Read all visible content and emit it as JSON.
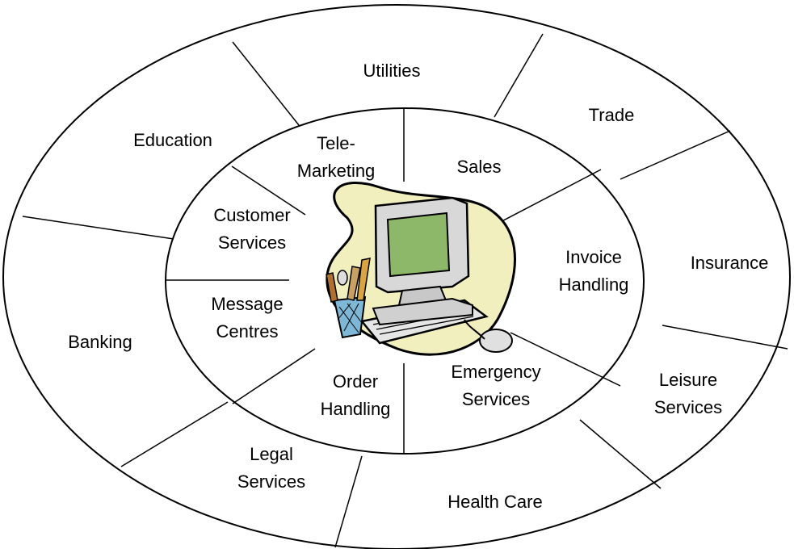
{
  "diagram": {
    "outer_ring": [
      {
        "id": "utilities",
        "lines": [
          "Utilities"
        ]
      },
      {
        "id": "trade",
        "lines": [
          "Trade"
        ]
      },
      {
        "id": "insurance",
        "lines": [
          "Insurance"
        ]
      },
      {
        "id": "leisure-services",
        "lines": [
          "Leisure",
          "Services"
        ]
      },
      {
        "id": "health-care",
        "lines": [
          "Health Care"
        ]
      },
      {
        "id": "legal-services",
        "lines": [
          "Legal",
          "Services"
        ]
      },
      {
        "id": "banking",
        "lines": [
          "Banking"
        ]
      },
      {
        "id": "education",
        "lines": [
          "Education"
        ]
      }
    ],
    "inner_ring": [
      {
        "id": "tele-marketing",
        "lines": [
          "Tele-",
          "Marketing"
        ]
      },
      {
        "id": "sales",
        "lines": [
          "Sales"
        ]
      },
      {
        "id": "invoice-handling",
        "lines": [
          "Invoice",
          "Handling"
        ]
      },
      {
        "id": "emergency-services",
        "lines": [
          "Emergency",
          "Services"
        ]
      },
      {
        "id": "order-handling",
        "lines": [
          "Order",
          "Handling"
        ]
      },
      {
        "id": "message-centres",
        "lines": [
          "Message",
          "Centres"
        ]
      },
      {
        "id": "customer-services",
        "lines": [
          "Customer",
          "Services"
        ]
      }
    ],
    "center_icon": "computer-clipart-icon",
    "colors": {
      "stroke": "#000000",
      "blob": "#f2efbf",
      "screen": "#8db86a",
      "monitor": "#d8d8d8"
    }
  }
}
